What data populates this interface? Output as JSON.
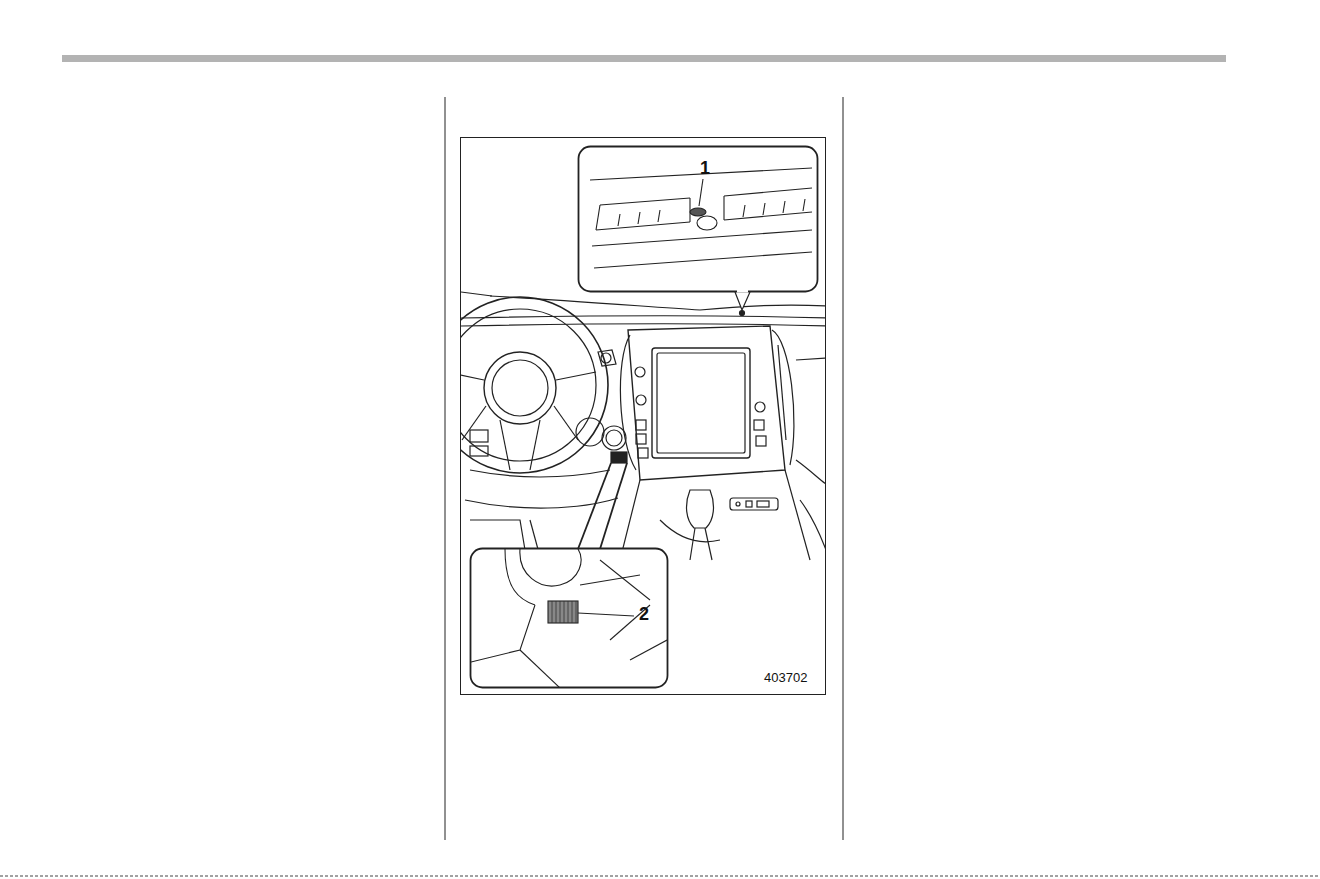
{
  "diagram": {
    "labels": [
      "1",
      "2",
      "403702"
    ]
  }
}
